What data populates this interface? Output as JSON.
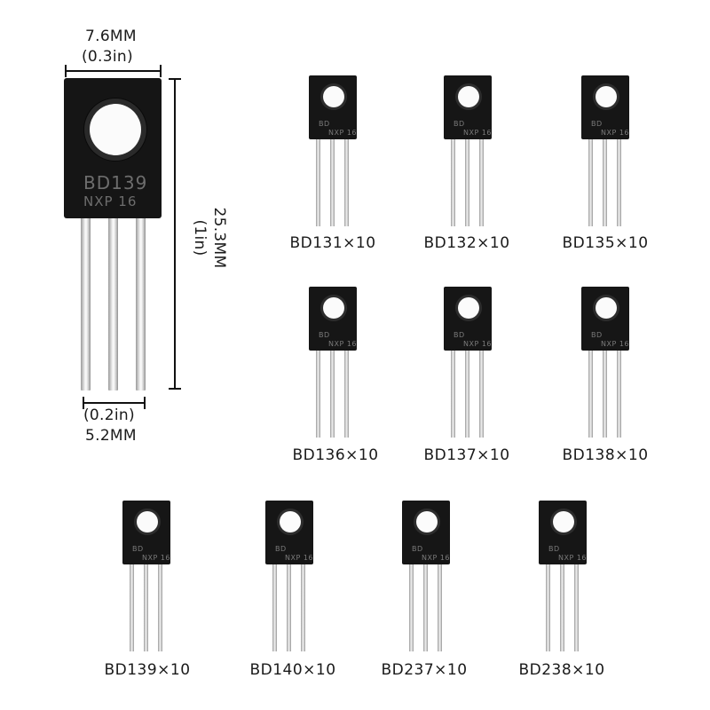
{
  "dimensions": {
    "width_top": "7.6MM",
    "width_top_in": "(0.3in)",
    "height_mm": "25.3MM",
    "height_in": "(1in)",
    "width_bottom_in": "(0.2in)",
    "width_bottom": "5.2MM"
  },
  "big_transistor": {
    "marking_line1": "BD139",
    "marking_line2": "NXP 16"
  },
  "small_marking": {
    "line1": "BD",
    "line2": "NXP 16"
  },
  "items": [
    {
      "label": "BD131×10"
    },
    {
      "label": "BD132×10"
    },
    {
      "label": "BD135×10"
    },
    {
      "label": "BD136×10"
    },
    {
      "label": "BD137×10"
    },
    {
      "label": "BD138×10"
    },
    {
      "label": "BD139×10"
    },
    {
      "label": "BD140×10"
    },
    {
      "label": "BD237×10"
    },
    {
      "label": "BD238×10"
    }
  ]
}
